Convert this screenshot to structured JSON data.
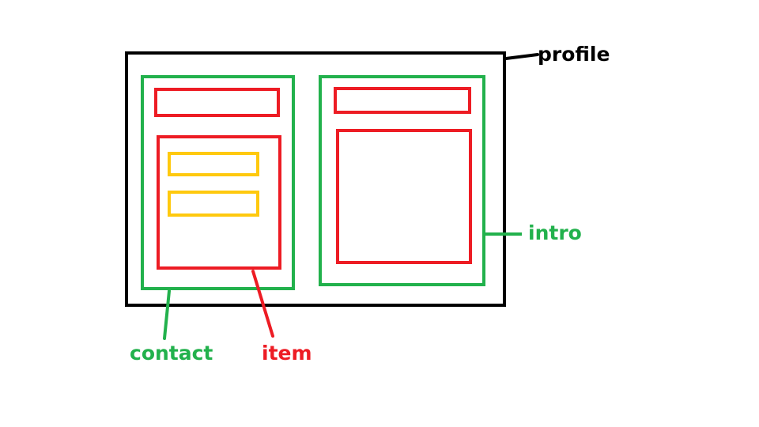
{
  "colors": {
    "profile": "#000000",
    "container": "#22b14c",
    "item": "#ed1c24",
    "field": "#ffc90e",
    "background": "#ffffff"
  },
  "labels": {
    "profile": "profile",
    "intro": "intro",
    "contact": "contact",
    "item": "item"
  }
}
